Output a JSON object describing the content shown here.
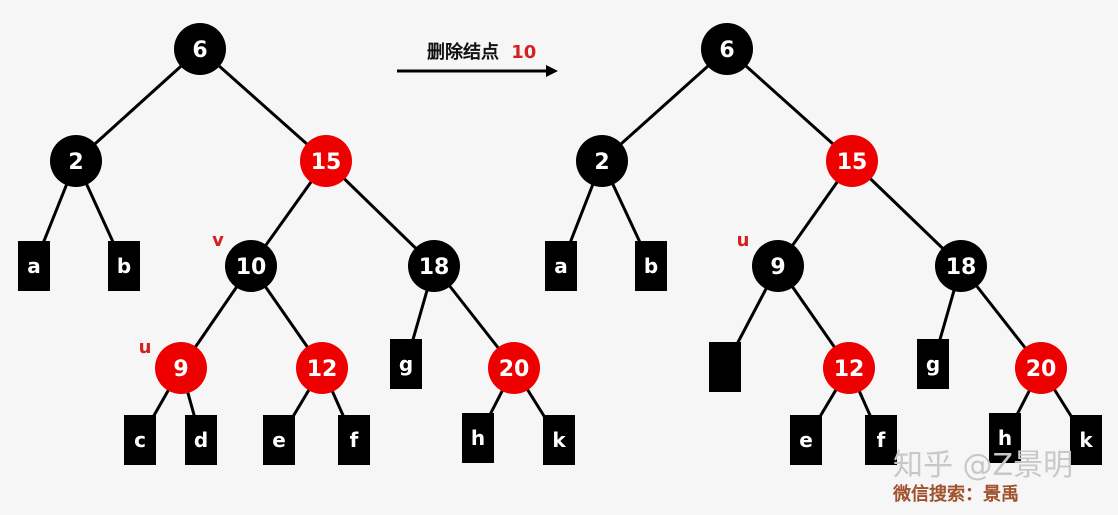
{
  "colors": {
    "black": "#000000",
    "red": "#ee0000",
    "tag": "#d42020",
    "edge": "#000000"
  },
  "caption": {
    "text": "删除结点",
    "number": "10"
  },
  "watermark": {
    "line1": "知乎 @Z景明",
    "line2": "微信搜索：景禹"
  },
  "trees": [
    {
      "id": "before",
      "nodes": [
        {
          "id": "n6",
          "label": "6",
          "color": "black"
        },
        {
          "id": "n2",
          "label": "2",
          "color": "black"
        },
        {
          "id": "n15",
          "label": "15",
          "color": "red"
        },
        {
          "id": "n10",
          "label": "10",
          "color": "black",
          "tag": "v"
        },
        {
          "id": "n18",
          "label": "18",
          "color": "black"
        },
        {
          "id": "n9",
          "label": "9",
          "color": "red",
          "tag": "u"
        },
        {
          "id": "n12",
          "label": "12",
          "color": "red"
        },
        {
          "id": "n20",
          "label": "20",
          "color": "red"
        }
      ],
      "leaves": [
        {
          "id": "la",
          "label": "a"
        },
        {
          "id": "lb",
          "label": "b"
        },
        {
          "id": "lg",
          "label": "g"
        },
        {
          "id": "lc",
          "label": "c"
        },
        {
          "id": "ld",
          "label": "d"
        },
        {
          "id": "le",
          "label": "e"
        },
        {
          "id": "lf",
          "label": "f"
        },
        {
          "id": "lh",
          "label": "h"
        },
        {
          "id": "lk",
          "label": "k"
        }
      ],
      "edges": [
        [
          "n6",
          "n2"
        ],
        [
          "n6",
          "n15"
        ],
        [
          "n2",
          "la"
        ],
        [
          "n2",
          "lb"
        ],
        [
          "n15",
          "n10"
        ],
        [
          "n15",
          "n18"
        ],
        [
          "n10",
          "n9"
        ],
        [
          "n10",
          "n12"
        ],
        [
          "n18",
          "lg"
        ],
        [
          "n18",
          "n20"
        ],
        [
          "n9",
          "lc"
        ],
        [
          "n9",
          "ld"
        ],
        [
          "n12",
          "le"
        ],
        [
          "n12",
          "lf"
        ],
        [
          "n20",
          "lh"
        ],
        [
          "n20",
          "lk"
        ]
      ]
    },
    {
      "id": "after",
      "nodes": [
        {
          "id": "n6",
          "label": "6",
          "color": "black"
        },
        {
          "id": "n2",
          "label": "2",
          "color": "black"
        },
        {
          "id": "n15",
          "label": "15",
          "color": "red"
        },
        {
          "id": "n9",
          "label": "9",
          "color": "black",
          "tag": "u"
        },
        {
          "id": "n18",
          "label": "18",
          "color": "black"
        },
        {
          "id": "n12",
          "label": "12",
          "color": "red"
        },
        {
          "id": "n20",
          "label": "20",
          "color": "red"
        }
      ],
      "leaves": [
        {
          "id": "la",
          "label": "a"
        },
        {
          "id": "lb",
          "label": "b"
        },
        {
          "id": "lnull",
          "label": ""
        },
        {
          "id": "lg",
          "label": "g"
        },
        {
          "id": "le",
          "label": "e"
        },
        {
          "id": "lf",
          "label": "f"
        },
        {
          "id": "lh",
          "label": "h"
        },
        {
          "id": "lk",
          "label": "k"
        }
      ],
      "edges": [
        [
          "n6",
          "n2"
        ],
        [
          "n6",
          "n15"
        ],
        [
          "n2",
          "la"
        ],
        [
          "n2",
          "lb"
        ],
        [
          "n15",
          "n9"
        ],
        [
          "n15",
          "n18"
        ],
        [
          "n9",
          "lnull"
        ],
        [
          "n9",
          "n12"
        ],
        [
          "n18",
          "lg"
        ],
        [
          "n18",
          "n20"
        ],
        [
          "n12",
          "le"
        ],
        [
          "n12",
          "lf"
        ],
        [
          "n20",
          "lh"
        ],
        [
          "n20",
          "lk"
        ]
      ]
    }
  ]
}
